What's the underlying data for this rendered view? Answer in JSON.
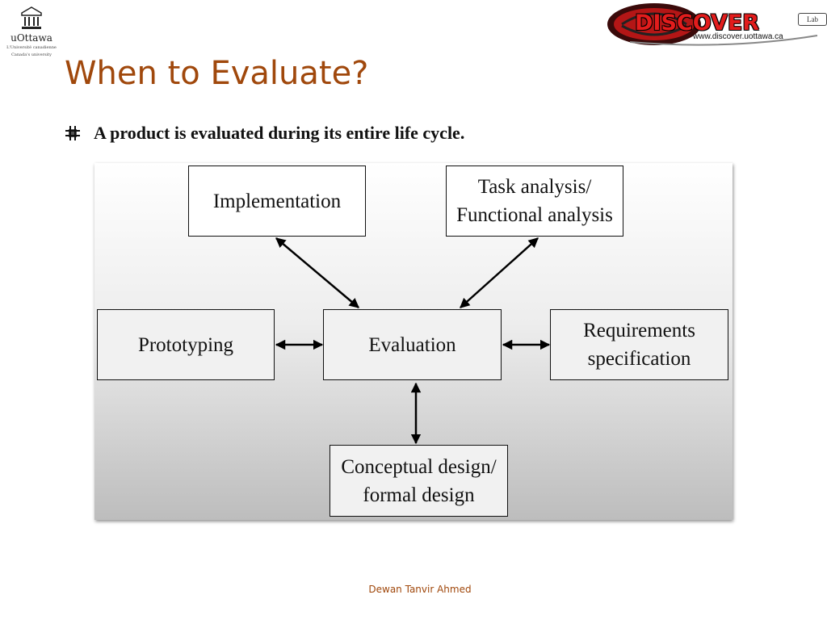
{
  "header": {
    "uottawa_logo": {
      "name": "uOttawa",
      "tagline_1": "L'Université canadienne",
      "tagline_2": "Canada's university"
    },
    "discover_logo": {
      "word": "DISCOVER",
      "badge": "Lab",
      "url": "www.discover.uottawa.ca"
    }
  },
  "slide": {
    "title": "When to Evaluate?",
    "bullet": "A product is evaluated during its entire life cycle."
  },
  "diagram": {
    "nodes": {
      "implementation": "Implementation",
      "task_analysis": "Task analysis/\nFunctional analysis",
      "prototyping": "Prototyping",
      "evaluation": "Evaluation",
      "requirements": "Requirements\nspecification",
      "conceptual_design": "Conceptual design/\nformal design"
    },
    "connections": [
      [
        "evaluation",
        "implementation"
      ],
      [
        "evaluation",
        "task_analysis"
      ],
      [
        "evaluation",
        "prototyping"
      ],
      [
        "evaluation",
        "requirements"
      ],
      [
        "evaluation",
        "conceptual_design"
      ]
    ],
    "arrow_style": "double-headed"
  },
  "footer": {
    "author": "Dewan Tanvir Ahmed"
  },
  "colors": {
    "title": "#a0480c",
    "discover_red": "#e21c1c"
  }
}
